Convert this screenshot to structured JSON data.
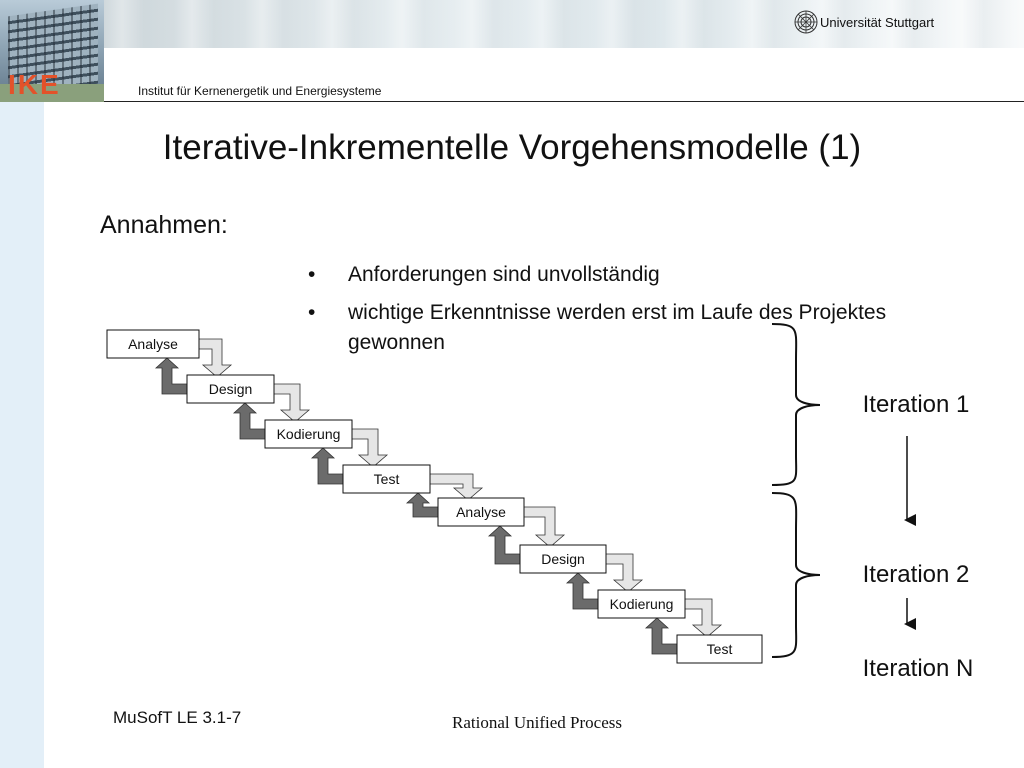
{
  "header": {
    "ike_logo": "IKE",
    "university": "Universität Stuttgart",
    "institute": "Institut für Kernenergetik und Energiesysteme"
  },
  "slide": {
    "title": "Iterative-Inkrementelle Vorgehensmodelle (1)",
    "assumptions_label": "Annahmen:",
    "bullets": [
      "Anforderungen sind unvollständig",
      "wichtige Erkenntnisse werden erst im Laufe des Projektes gewonnen"
    ]
  },
  "diagram": {
    "phases": [
      "Analyse",
      "Design",
      "Kodierung",
      "Test",
      "Analyse",
      "Design",
      "Kodierung",
      "Test"
    ],
    "iterations": [
      "Iteration 1",
      "Iteration 2",
      "Iteration N"
    ]
  },
  "footer": {
    "left": "MuSofT LE 3.1-7",
    "center": "Rational Unified Process"
  },
  "colors": {
    "dark_arrow": "#6b6b6b",
    "light_arrow": "#e6e6e6",
    "header_line": "#222222",
    "side_bar": "#e3eff8",
    "ike_red": "#e3522a"
  }
}
